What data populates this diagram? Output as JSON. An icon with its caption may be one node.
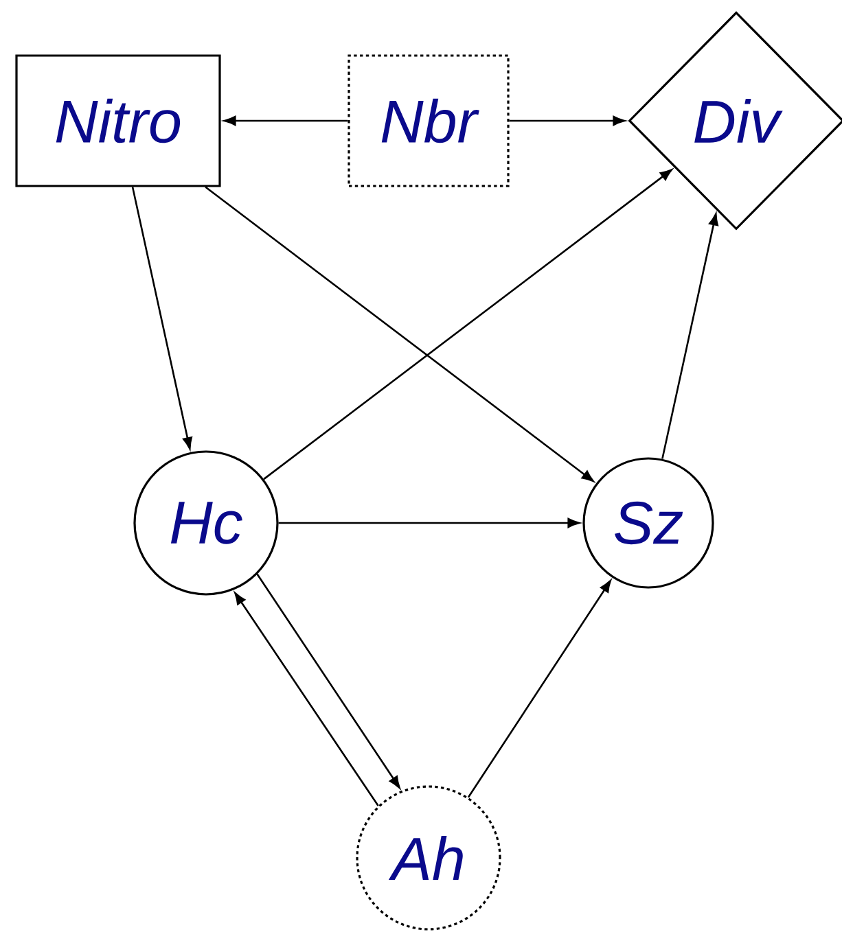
{
  "diagram": {
    "nodes": [
      {
        "text": [
          "Nitro"
        ]
      },
      {
        "text": [
          "Nbr"
        ]
      },
      {
        "text": [
          "Div"
        ]
      },
      {
        "text": [
          "Hc"
        ]
      },
      {
        "text": [
          "Sz"
        ]
      },
      {
        "text": [
          "Ah"
        ]
      }
    ],
    "edges": [
      {
        "from": 1,
        "to": 0,
        "arrow": "to"
      },
      {
        "from": 1,
        "to": 2,
        "arrow": "to"
      },
      {
        "from": 0,
        "to": 3,
        "arrow": "to"
      },
      {
        "from": 0,
        "to": 4,
        "arrow": "to"
      },
      {
        "from": 3,
        "to": 2,
        "arrow": "to"
      },
      {
        "from": 3,
        "to": 4,
        "arrow": "to"
      },
      {
        "from": 4,
        "to": 2,
        "arrow": "to"
      },
      {
        "from": 5,
        "to": 3,
        "arrow": "to"
      },
      {
        "from": 3,
        "to": 5,
        "arrow": "to"
      },
      {
        "from": 5,
        "to": 4,
        "arrow": "to"
      }
    ]
  }
}
